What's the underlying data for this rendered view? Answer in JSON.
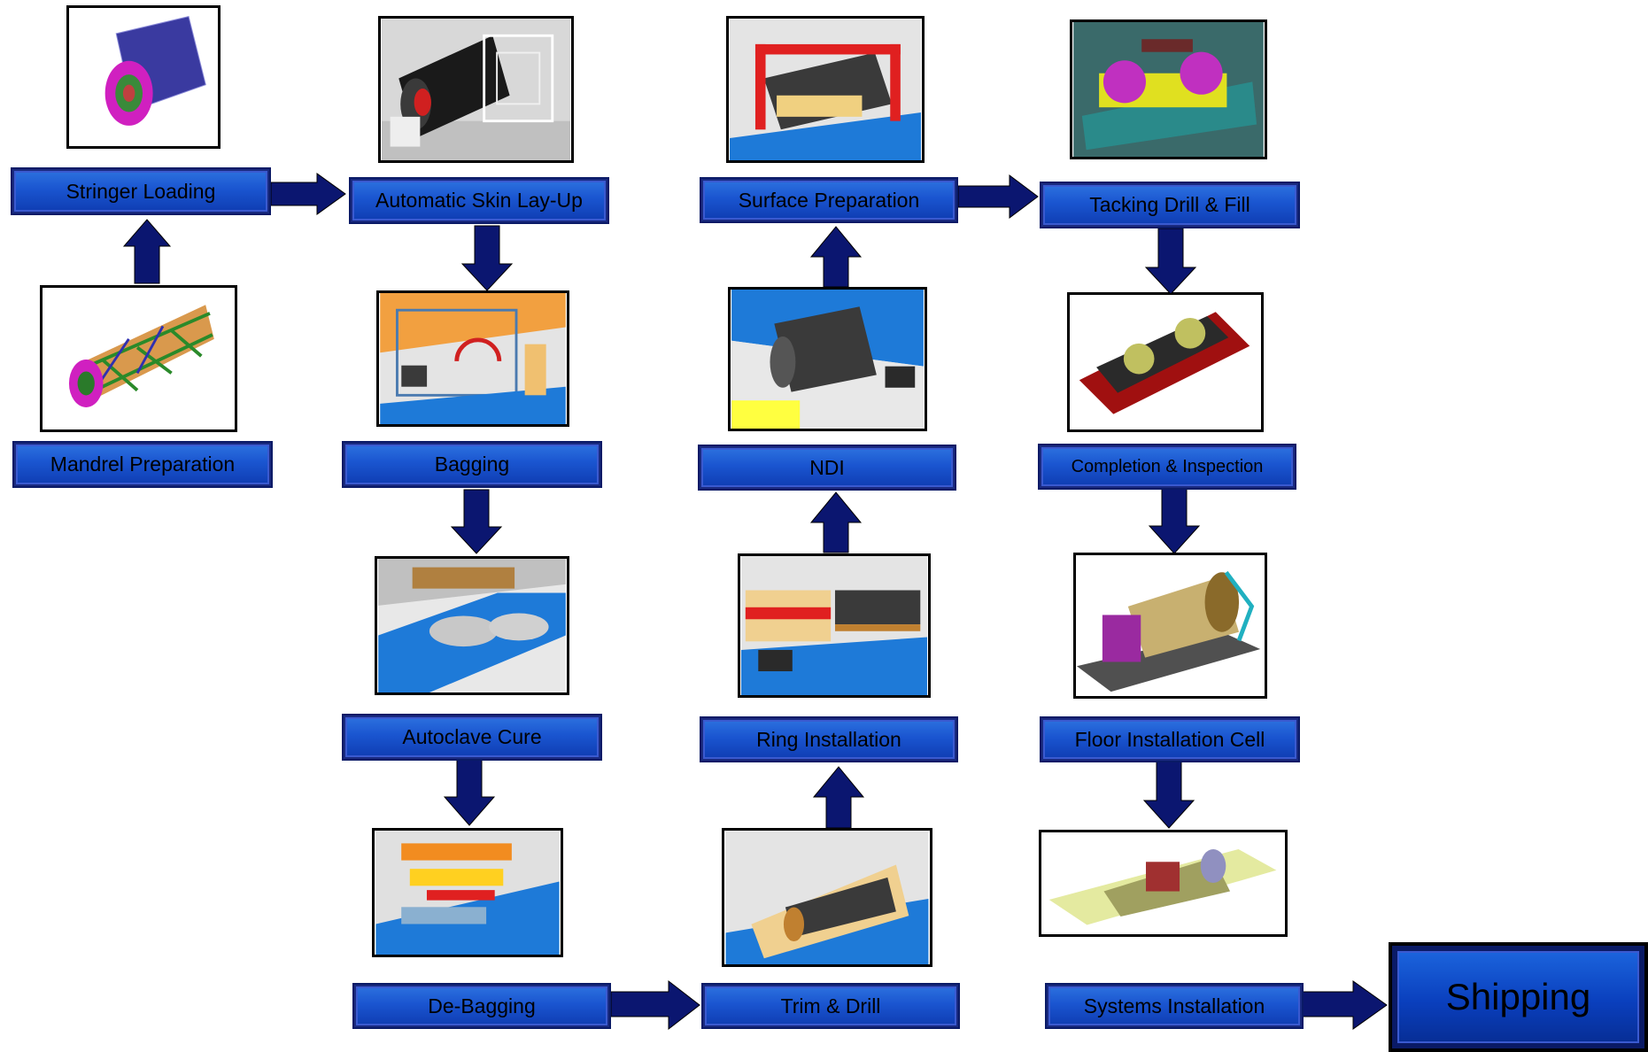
{
  "steps": {
    "stringer_loading": "Stringer Loading",
    "mandrel_preparation": "Mandrel Preparation",
    "automatic_skin_layup": "Automatic Skin Lay-Up",
    "bagging": "Bagging",
    "autoclave_cure": "Autoclave Cure",
    "de_bagging": "De-Bagging",
    "surface_preparation": "Surface Preparation",
    "ndi": "NDI",
    "ring_installation": "Ring Installation",
    "trim_drill": "Trim & Drill",
    "tacking_drill_fill": "Tacking Drill & Fill",
    "completion_inspection": "Completion & Inspection",
    "floor_installation_cell": "Floor Installation Cell",
    "systems_installation": "Systems Installation",
    "shipping": "Shipping"
  },
  "colors": {
    "box_blue": "#1a55d0",
    "arrow_navy": "#0b1670",
    "border_dark": "#0a1a66"
  }
}
